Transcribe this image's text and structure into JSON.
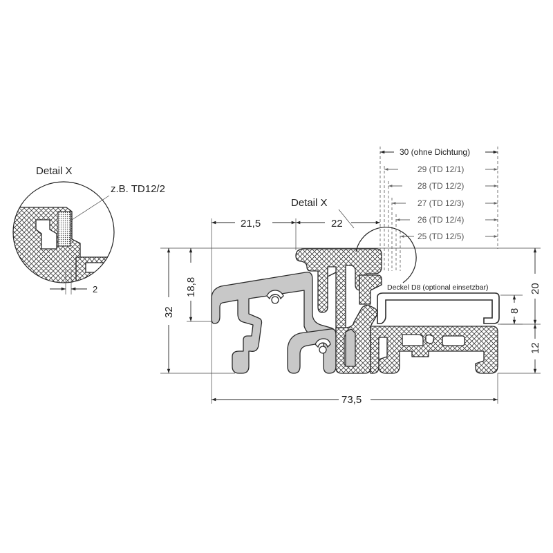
{
  "detail_view": {
    "title": "Detail X",
    "callout": "z.B. TD12/2",
    "gap_dimension": "2"
  },
  "section": {
    "detail_marker": "Detail X",
    "cover_label": "Deckel D8 (optional einsetzbar)"
  },
  "dimensions": {
    "top_left": "21,5",
    "top_mid": "22",
    "left_outer": "32",
    "left_inner": "18,8",
    "bottom_total": "73,5",
    "right_upper": "20",
    "right_lower": "12",
    "right_inner": "8"
  },
  "seal_variants": [
    "30 (ohne Dichtung)",
    "29 (TD 12/1)",
    "28 (TD 12/2)",
    "27 (TD 12/3)",
    "26 (TD 12/4)",
    "25 (TD 12/5)"
  ]
}
